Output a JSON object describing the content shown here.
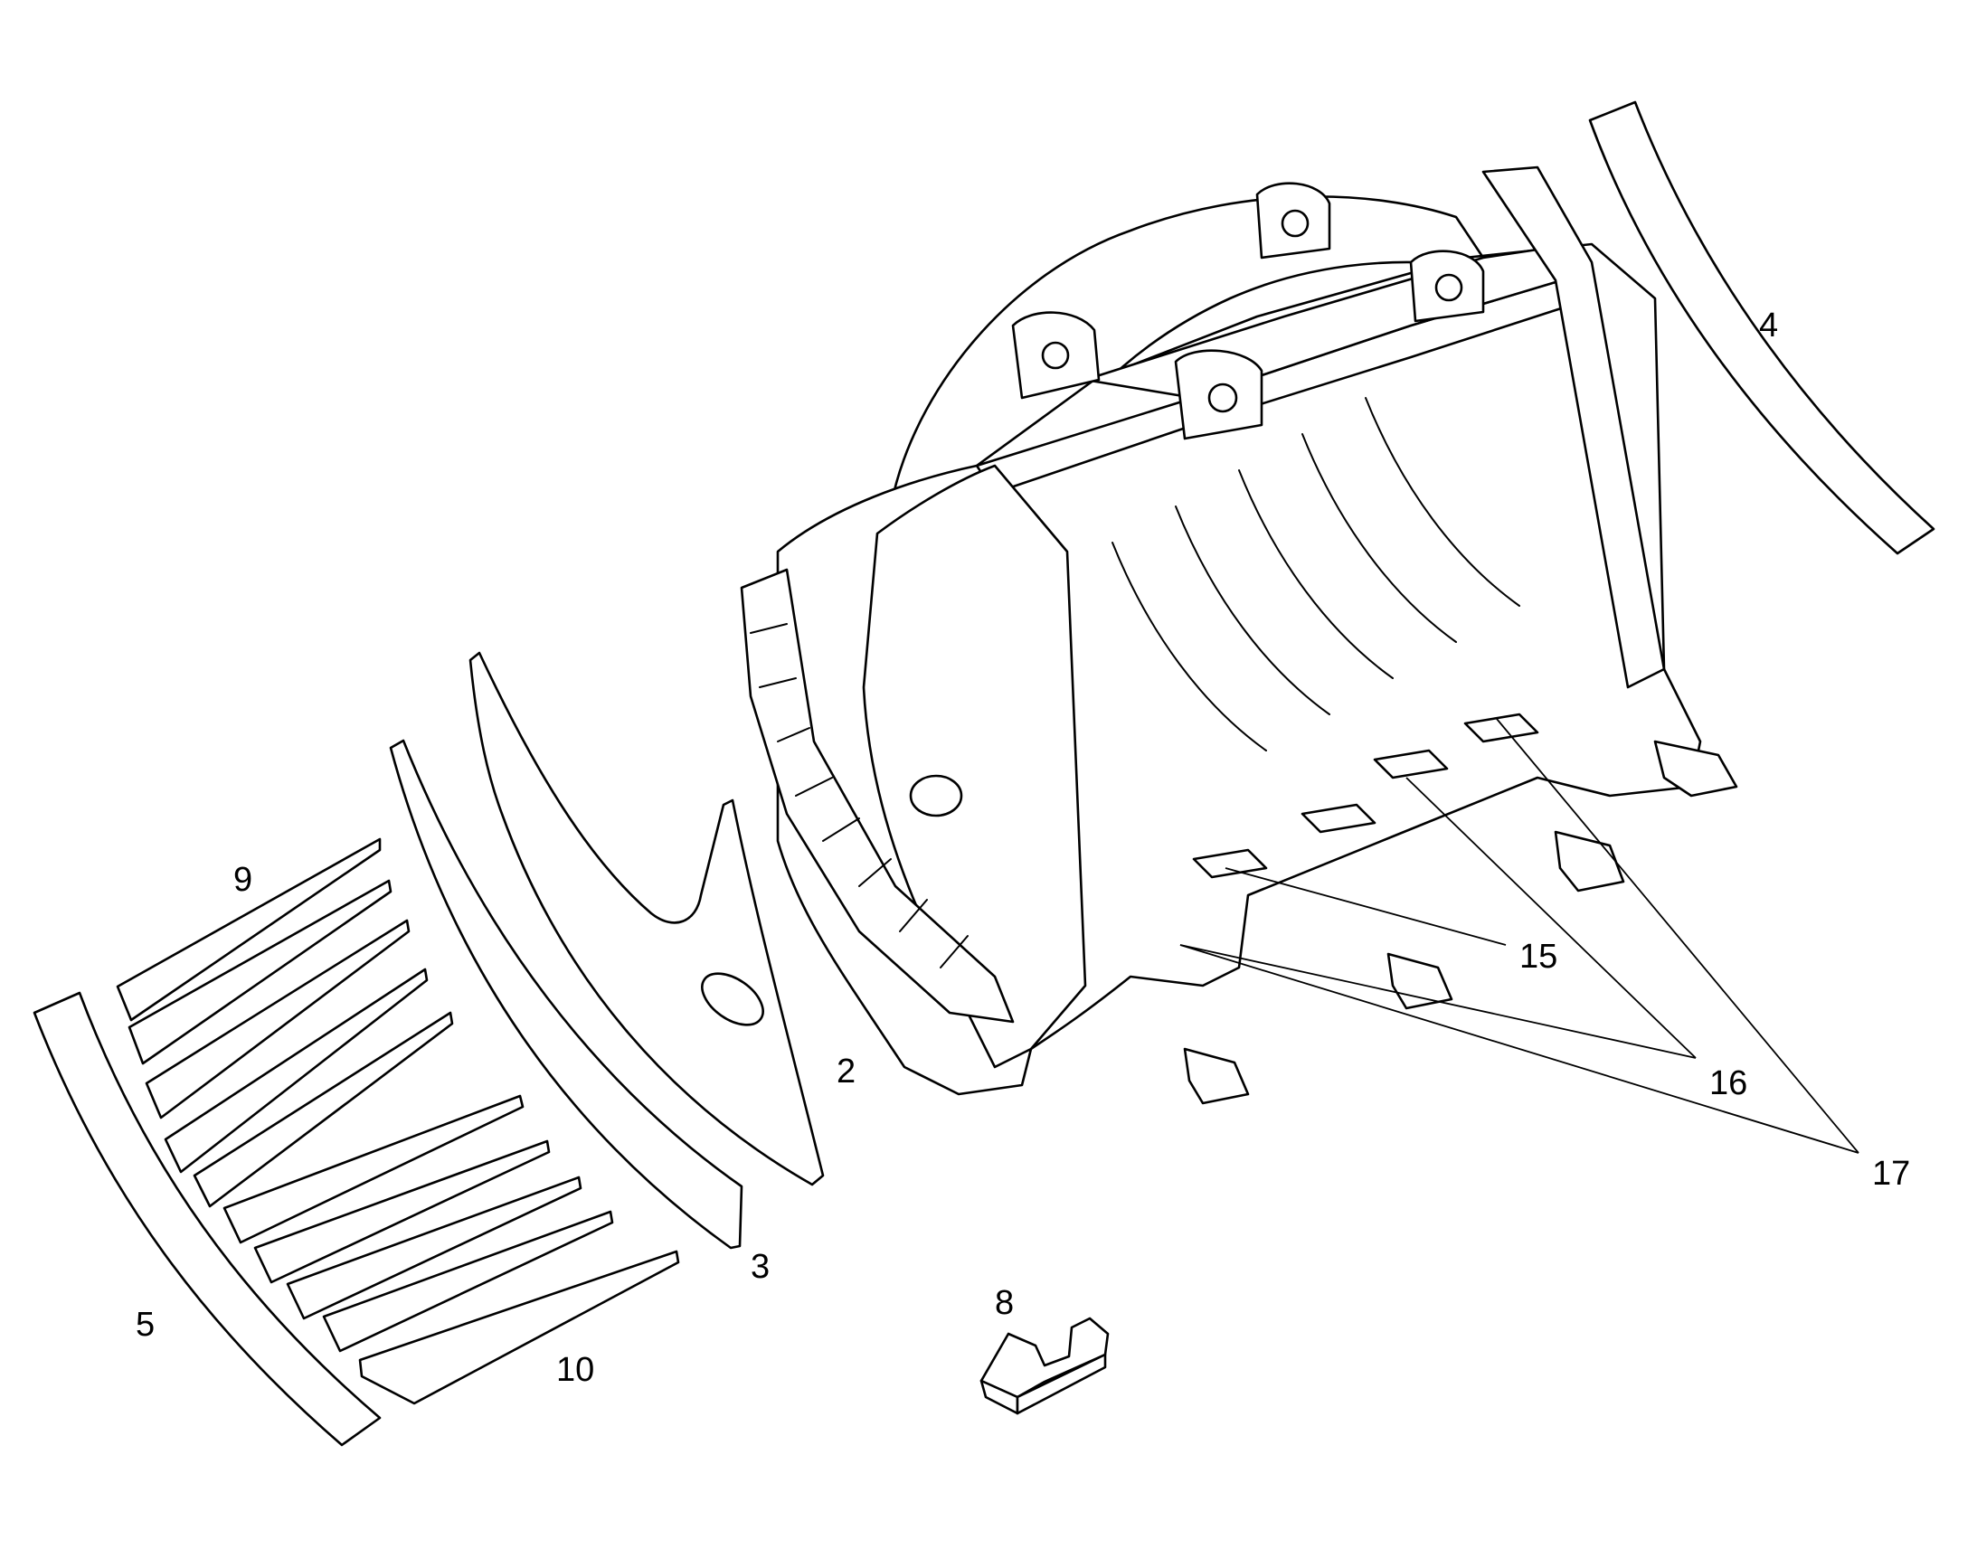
{
  "figure": {
    "background": "#ffffff",
    "line_color": "#000000"
  },
  "callouts": [
    {
      "id": "c2",
      "label": "2"
    },
    {
      "id": "c3",
      "label": "3"
    },
    {
      "id": "c4",
      "label": "4"
    },
    {
      "id": "c5",
      "label": "5"
    },
    {
      "id": "c8",
      "label": "8"
    },
    {
      "id": "c9",
      "label": "9"
    },
    {
      "id": "c10",
      "label": "10"
    },
    {
      "id": "c15",
      "label": "15"
    },
    {
      "id": "c16",
      "label": "16"
    },
    {
      "id": "c17",
      "label": "17"
    }
  ]
}
